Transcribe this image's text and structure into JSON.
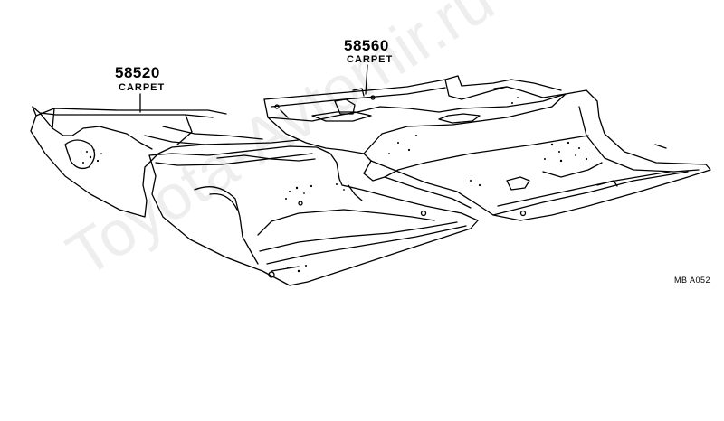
{
  "callouts": [
    {
      "id": "front",
      "part_number": "58520",
      "part_name": "CARPET"
    },
    {
      "id": "rear",
      "part_number": "58560",
      "part_name": "CARPET"
    }
  ],
  "figure_code": "MB A052",
  "watermark": "Toyota-Avtomir.ru",
  "colors": {
    "line": "#000000",
    "background": "#ffffff",
    "watermark": "#c8c8c8"
  }
}
